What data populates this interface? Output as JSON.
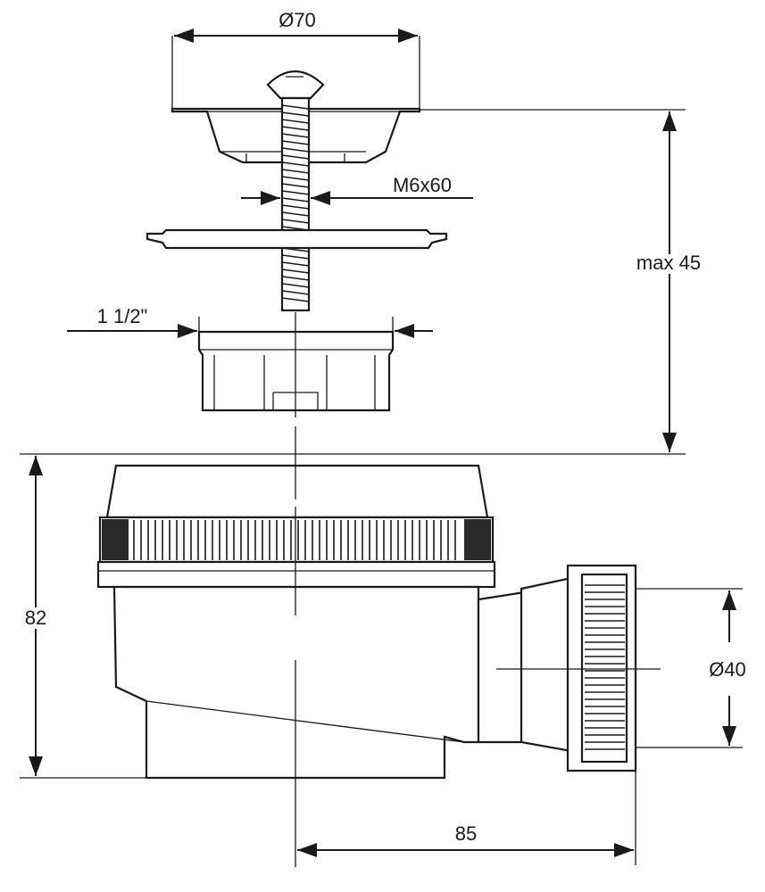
{
  "dimensions": {
    "cap_diameter": "Ø70",
    "screw": "M6x60",
    "max_height": "max 45",
    "thread": "1 1/2\"",
    "body_height": "82",
    "outlet_diameter": "Ø40",
    "outlet_length": "85"
  },
  "colors": {
    "line": "#1a1a1a",
    "background": "#ffffff"
  }
}
